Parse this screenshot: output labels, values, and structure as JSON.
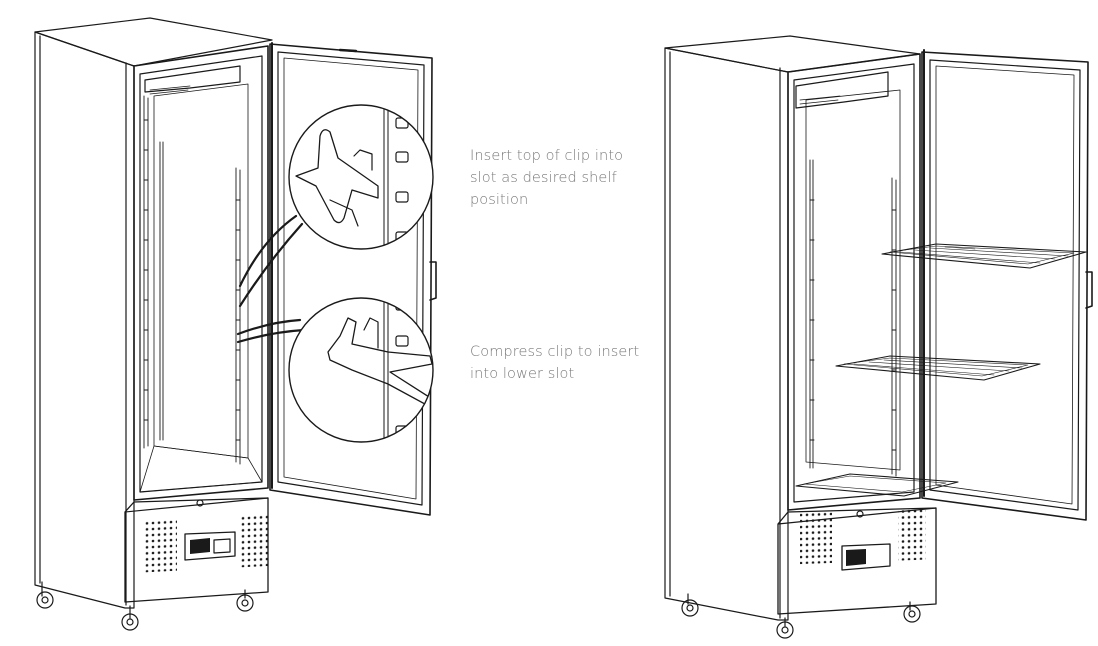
{
  "callouts": [
    {
      "lines": [
        "Insert top of clip into",
        "slot as desired shelf",
        "position"
      ]
    },
    {
      "lines": [
        "Compress clip to insert",
        "into lower slot"
      ]
    }
  ],
  "colors": {
    "line": "#1a1a1a",
    "text": "#7a7a7a",
    "background": "#ffffff"
  }
}
